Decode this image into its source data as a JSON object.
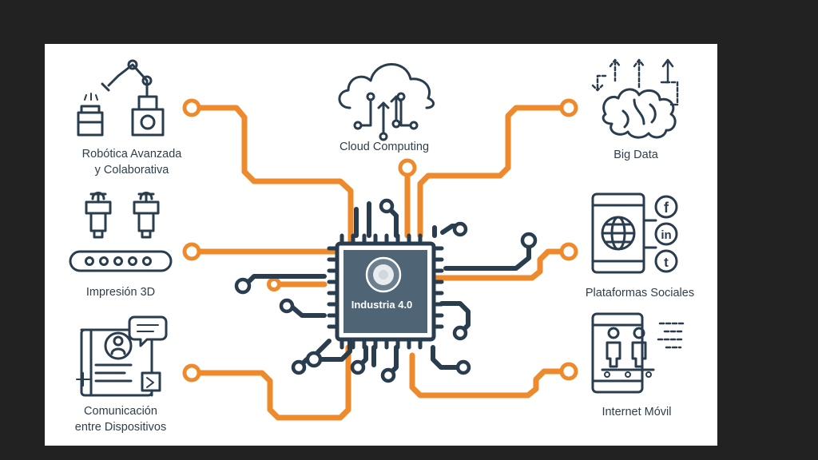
{
  "diagram": {
    "chip_label": "Industria 4.0",
    "nodes": [
      {
        "id": "robotics",
        "label_line1": "Robótica Avanzada",
        "label_line2": "y Colaborativa",
        "icon": "robot-arm-icon"
      },
      {
        "id": "cloud",
        "label_line1": "Cloud Computing",
        "icon": "cloud-network-icon"
      },
      {
        "id": "bigdata",
        "label_line1": "Big Data",
        "icon": "brain-data-icon"
      },
      {
        "id": "print3d",
        "label_line1": "Impresión 3D",
        "icon": "3d-printer-icon"
      },
      {
        "id": "social",
        "label_line1": "Plataformas Sociales",
        "icon": "social-phone-icon"
      },
      {
        "id": "m2m",
        "label_line1": "Comunicación",
        "label_line2": "entre Dispositivos",
        "icon": "device-communication-icon"
      },
      {
        "id": "mobile",
        "label_line1": "Internet Móvil",
        "icon": "mobile-internet-icon"
      }
    ],
    "social_letters": [
      "f",
      "in",
      "t"
    ],
    "colors": {
      "orange": "#ee8a2c",
      "navy": "#2a3d4e",
      "chip": "#4f6474",
      "background": "#222222"
    }
  }
}
